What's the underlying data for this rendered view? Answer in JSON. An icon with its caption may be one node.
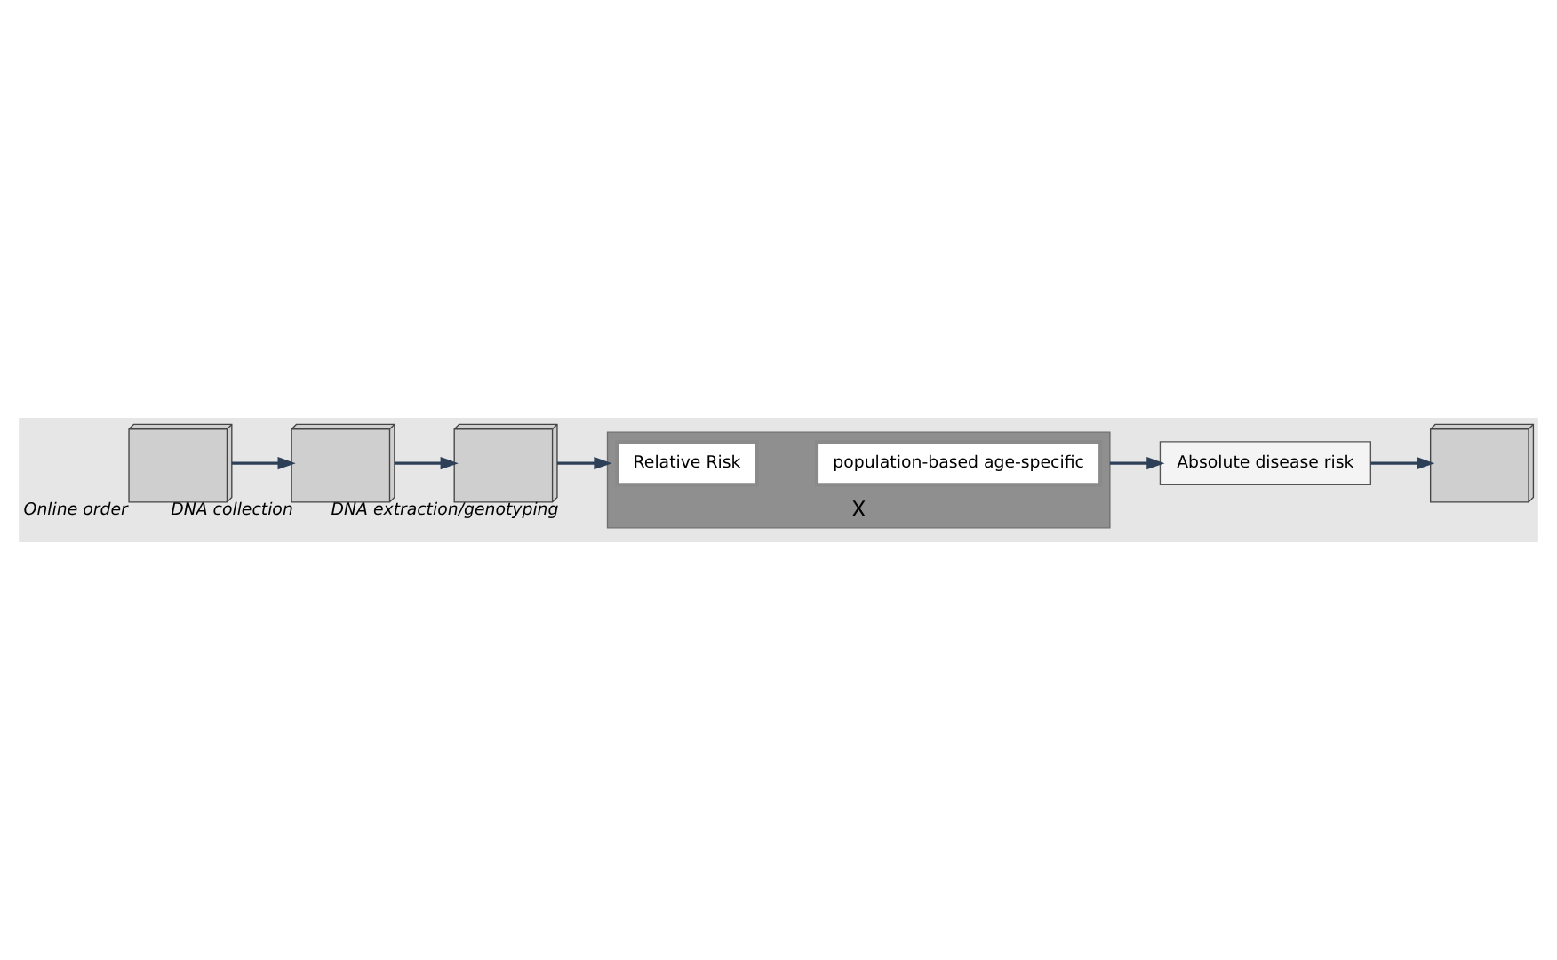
{
  "diagram": {
    "nodes": [
      {
        "text": [],
        "shape": "picture",
        "beside": [
          "Online order"
        ]
      },
      {
        "text": [],
        "shape": "picture",
        "beside": [
          "DNA collection"
        ]
      },
      {
        "text": [],
        "shape": "picture",
        "beside": [
          "DNA extraction/genotyping"
        ]
      },
      {
        "text": [
          "X"
        ]
      },
      {
        "text": [
          "Relative Risk"
        ],
        "in": 3
      },
      {
        "text": [
          "population-based age-specific"
        ],
        "in": 3
      },
      {
        "text": [
          "Absolute disease risk"
        ]
      },
      {
        "text": [],
        "shape": "picture"
      }
    ],
    "edges": [
      {
        "from": 0,
        "to": 1,
        "arrow": "to"
      },
      {
        "from": 1,
        "to": 2,
        "arrow": "to"
      },
      {
        "from": 2,
        "to": 3,
        "arrow": "to"
      },
      {
        "from": 3,
        "to": 6,
        "arrow": "to"
      },
      {
        "from": 6,
        "to": 7,
        "arrow": "to"
      }
    ]
  }
}
